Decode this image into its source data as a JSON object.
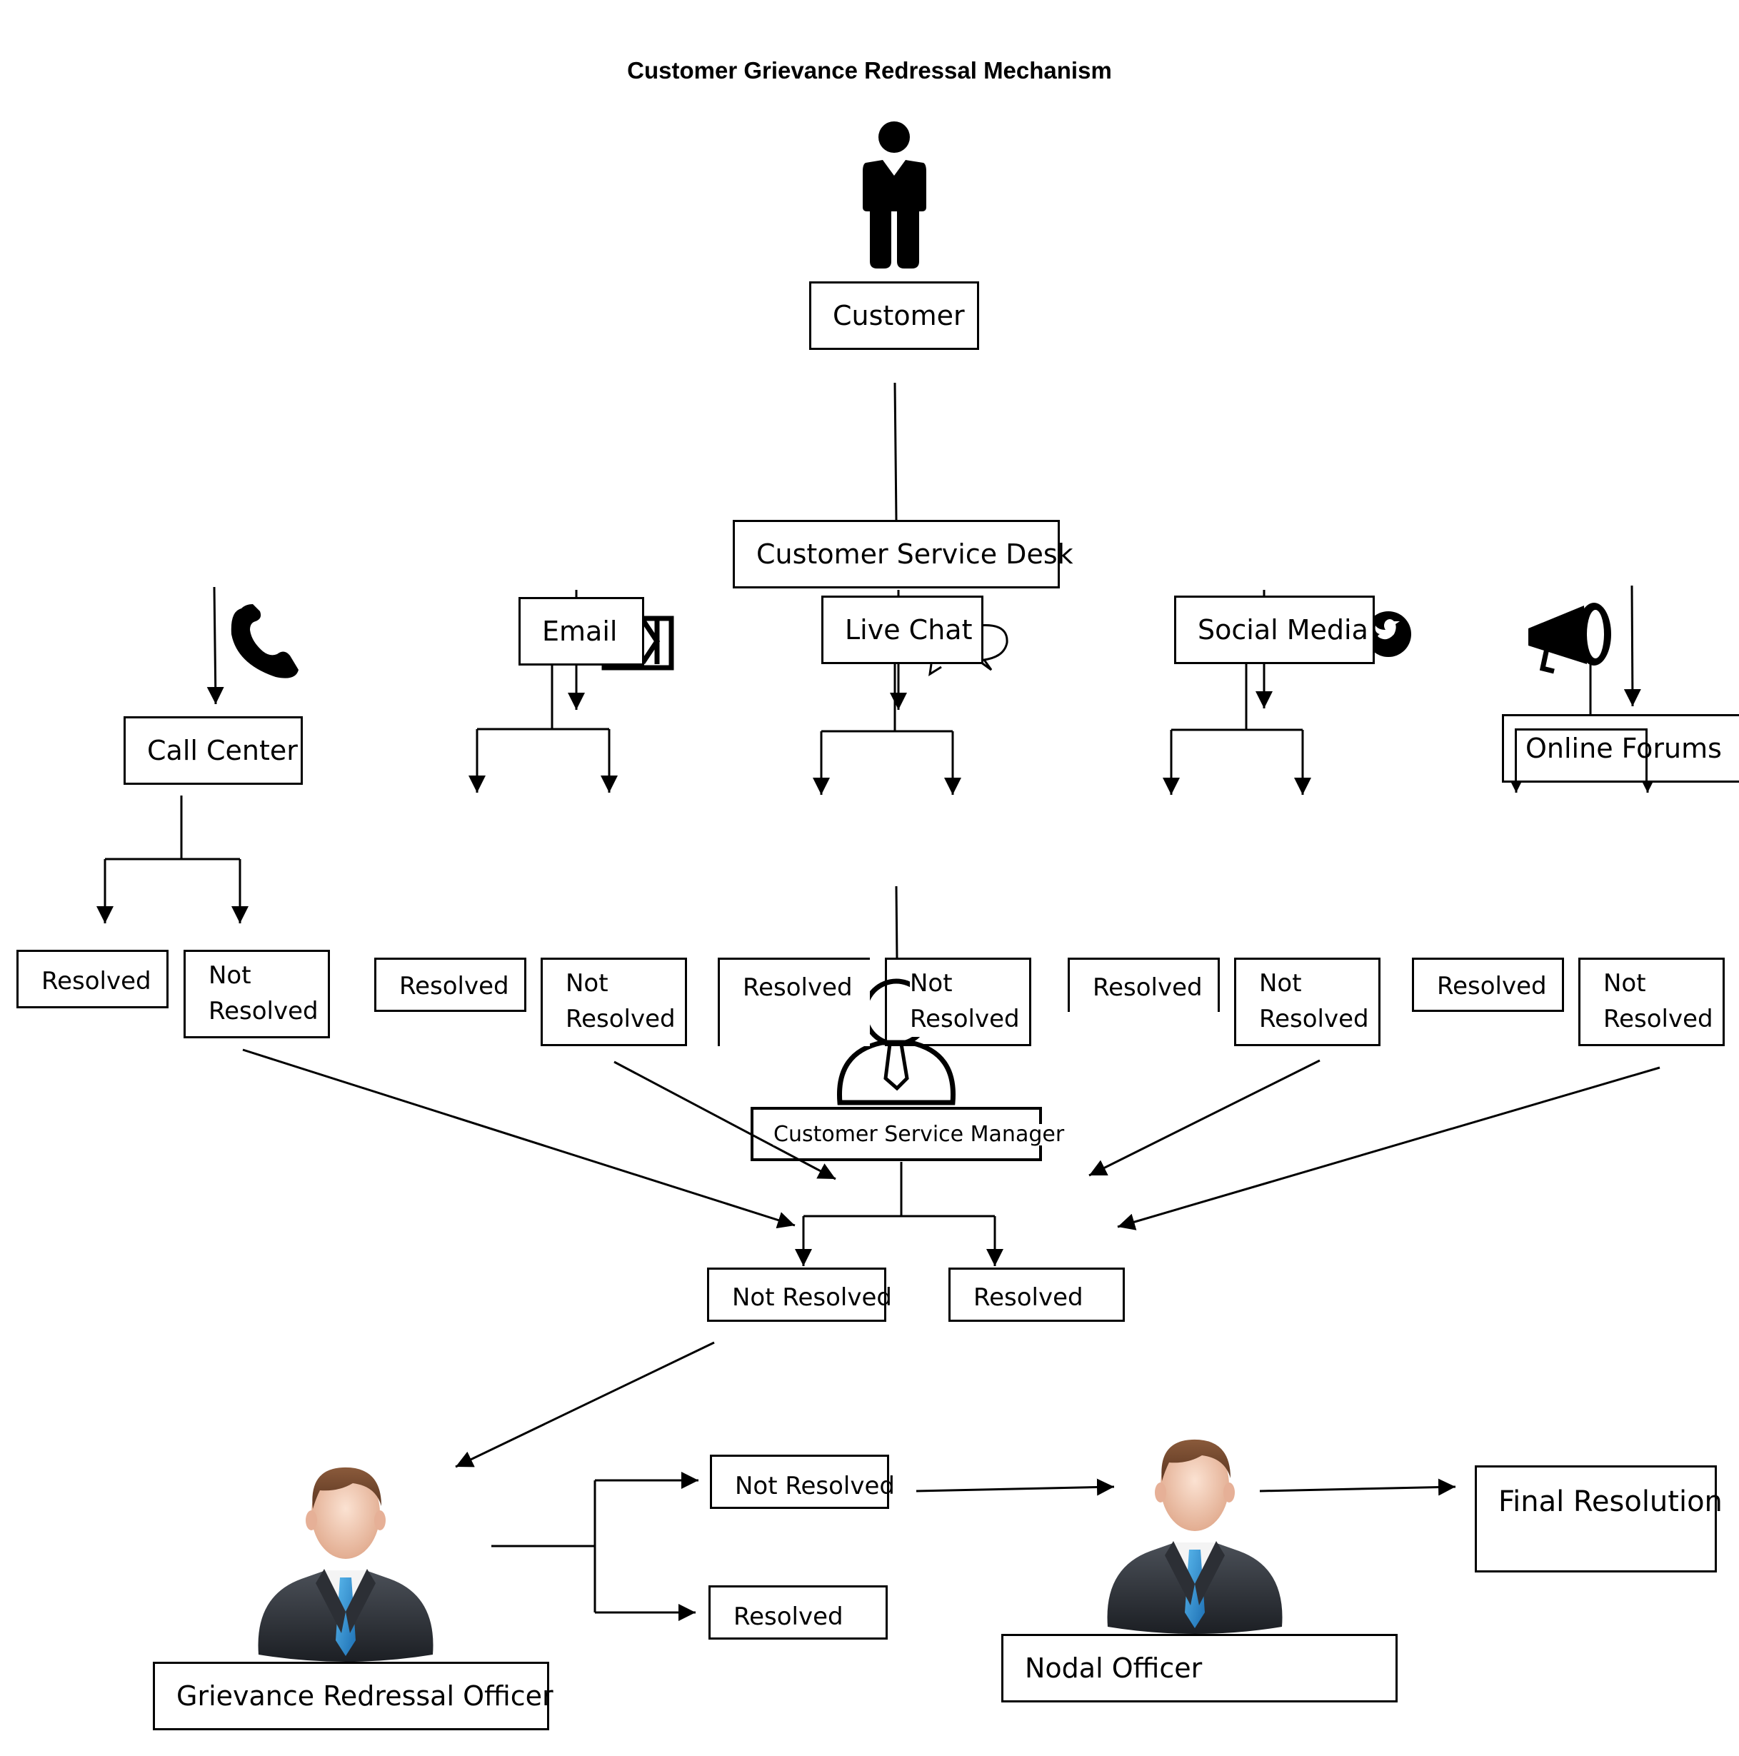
{
  "title": "Customer Grievance Redressal Mechanism",
  "nodes": {
    "customer": "Customer",
    "service_desk": "Customer Service Desk",
    "call_center": "Call Center",
    "email": "Email",
    "live_chat": "Live Chat",
    "social_media": "Social Media",
    "online_forums": "Online Forums",
    "service_manager": "Customer Service Manager",
    "grievance_officer": "Grievance Redressal Officer",
    "nodal_officer": "Nodal Officer",
    "final_resolution": "Final Resolution"
  },
  "outcomes": {
    "resolved": "Resolved",
    "not": "Not",
    "resolved_word": "Resolved",
    "not_resolved": "Not Resolved"
  },
  "icons": [
    "person-icon",
    "phone-icon",
    "envelope-icon",
    "chat-bubble-icon",
    "twitter-icon",
    "megaphone-icon",
    "manager-outline-icon",
    "officer-avatar-icon"
  ]
}
